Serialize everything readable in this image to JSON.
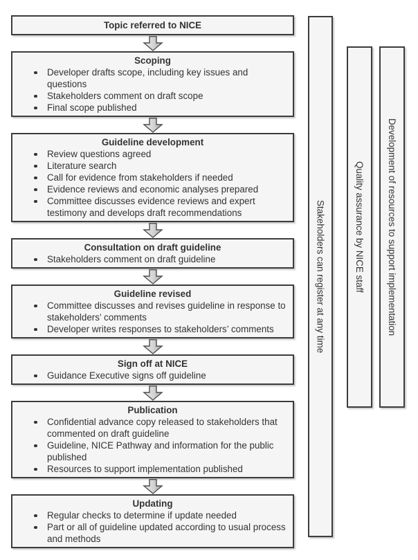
{
  "colors": {
    "background": "#ffffff",
    "box_fill": "#f5f5f5",
    "box_border": "#3c3c3c",
    "text": "#333333",
    "arrow_fill_light": "#ededed",
    "arrow_fill_dark": "#a9a9a9",
    "arrow_stroke": "#4d4d4d"
  },
  "flow": {
    "steps": [
      {
        "id": "topic-referred",
        "title": "Topic referred to NICE",
        "bullets": []
      },
      {
        "id": "scoping",
        "title": "Scoping",
        "bullets": [
          "Developer drafts scope, including key issues and questions",
          "Stakeholders comment on draft scope",
          "Final scope published"
        ]
      },
      {
        "id": "guideline-development",
        "title": "Guideline development",
        "bullets": [
          "Review questions agreed",
          "Literature search",
          "Call for evidence from stakeholders if needed",
          "Evidence reviews and economic analyses prepared",
          "Committee discusses evidence reviews and expert testimony and develops draft recommendations"
        ]
      },
      {
        "id": "consultation-draft-guideline",
        "title": "Consultation on draft guideline",
        "bullets": [
          "Stakeholders comment on draft guideline"
        ]
      },
      {
        "id": "guideline-revised",
        "title": "Guideline revised",
        "bullets": [
          "Committee discusses and revises guideline in response to stakeholders’ comments",
          "Developer writes responses to stakeholders’ comments"
        ]
      },
      {
        "id": "sign-off-nice",
        "title": "Sign off at NICE",
        "bullets": [
          "Guidance Executive signs off guideline"
        ]
      },
      {
        "id": "publication",
        "title": "Publication",
        "bullets": [
          "Confidential advance copy released to stakeholders that commented on draft guideline",
          "Guideline, NICE Pathway and information for the public published",
          "Resources to support implementation published"
        ]
      },
      {
        "id": "updating",
        "title": "Updating",
        "bullets": [
          "Regular checks to determine if update needed",
          "Part or all of guideline updated according to usual process and methods"
        ]
      }
    ]
  },
  "sidebars": [
    {
      "id": "stakeholders",
      "label": "Stakeholders can register at any time"
    },
    {
      "id": "quality-assurance",
      "label": "Quality assurance by NICE staff"
    },
    {
      "id": "resources",
      "label": "Development of resources to support implementation"
    }
  ]
}
